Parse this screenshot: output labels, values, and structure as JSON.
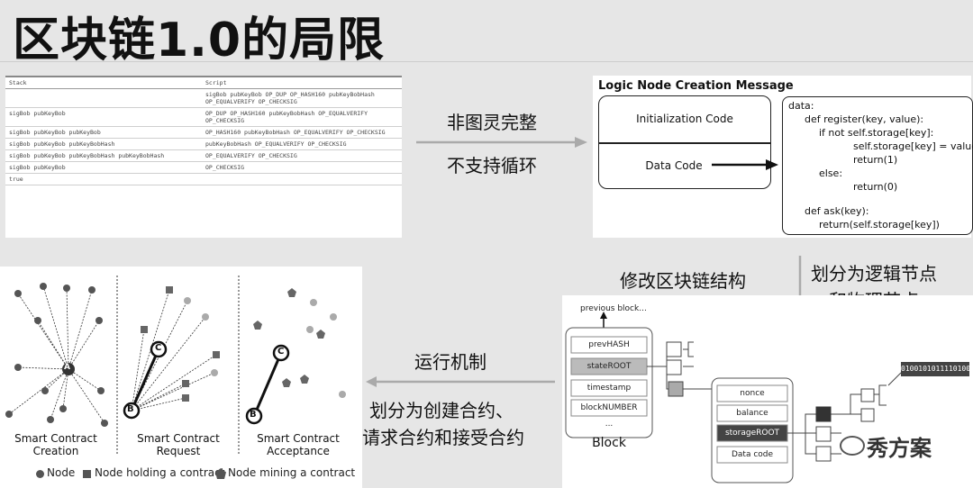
{
  "title": "区块链1.0的局限",
  "stack_table": {
    "headers": [
      "Stack",
      "Script"
    ],
    "rows": [
      [
        "",
        "sigBob pubKeyBob OP_DUP OP_HASH160 pubKeyBobHash OP_EQUALVERIFY OP_CHECKSIG"
      ],
      [
        "sigBob pubKeyBob",
        "OP_DUP OP_HASH160 pubKeyBobHash OP_EQUALVERIFY OP_CHECKSIG"
      ],
      [
        "sigBob pubKeyBob pubKeyBob",
        "OP_HASH160 pubKeyBobHash OP_EQUALVERIFY OP_CHECKSIG"
      ],
      [
        "sigBob pubKeyBob pubKeyBobHash",
        "pubKeyBobHash OP_EQUALVERIFY OP_CHECKSIG"
      ],
      [
        "sigBob pubKeyBob pubKeyBobHash pubKeyBobHash",
        "OP_EQUALVERIFY OP_CHECKSIG"
      ],
      [
        "sigBob pubKeyBob",
        "OP_CHECKSIG"
      ],
      [
        "true",
        ""
      ]
    ]
  },
  "labels": {
    "non_turing": "非图灵完整",
    "no_loop": "不支持循环",
    "modify_structure": "修改区块链结构",
    "split_logic_1": "划分为逻辑节点",
    "split_logic_2": "和物理节点",
    "run_mechanism": "运行机制",
    "split_contract_1": "划分为创建合约、",
    "split_contract_2": "请求合约和接受合约"
  },
  "logic_node": {
    "title": "Logic Node Creation Message",
    "init_code": "Initialization Code",
    "data_code": "Data Code"
  },
  "code_lines": [
    "data:",
    "def register(key, value):",
    "if not self.storage[key]:",
    "self.storage[key] = value",
    "return(1)",
    "else:",
    "return(0)",
    "def ask(key):",
    "return(self.storage[key])"
  ],
  "smart_contract": {
    "creation": [
      "Smart Contract",
      "Creation"
    ],
    "request": [
      "Smart Contract",
      "Request"
    ],
    "acceptance": [
      "Smart Contract",
      "Acceptance"
    ],
    "node_a": "A",
    "node_b": "B",
    "node_c": "C",
    "legend_node": "Node",
    "legend_holding": "Node holding a contract",
    "legend_mining": "Node mining a contract"
  },
  "block": {
    "previous": "previous block...",
    "fields": [
      "prevHASH",
      "stateROOT",
      "timestamp",
      "blockNUMBER"
    ],
    "ellipsis": "...",
    "caption": "Block",
    "account_fields": [
      "nonce",
      "balance",
      "storageROOT",
      "Data code"
    ],
    "binary": "0100101011110100",
    "watermark": "秀方案"
  }
}
